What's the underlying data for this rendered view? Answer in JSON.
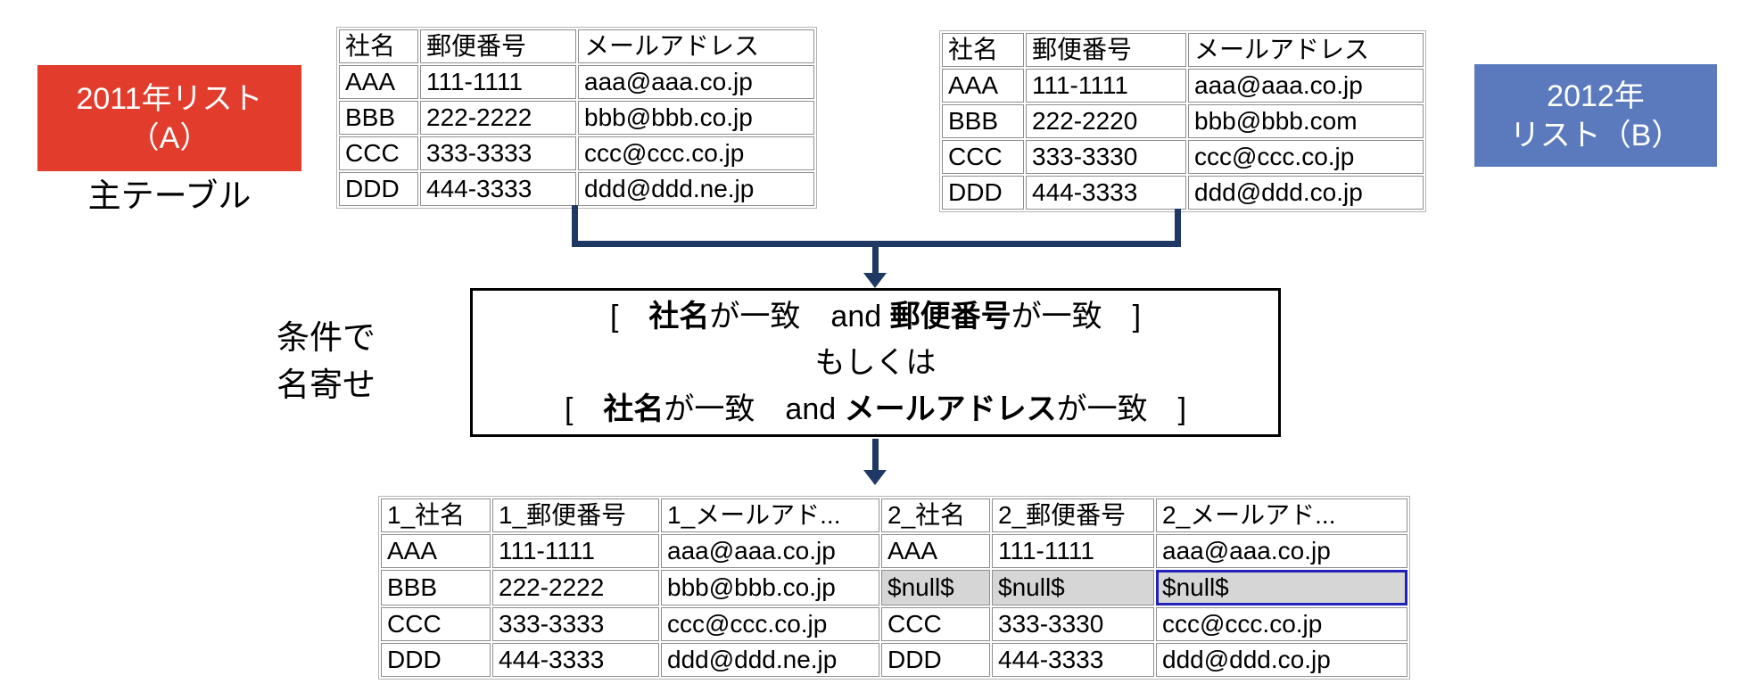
{
  "colors": {
    "accent_red": "#E23C2D",
    "accent_blue": "#5B7ABE",
    "connector_navy": "#1F3864",
    "null_gray": "#D6D6D6",
    "selection_blue": "#2222BB"
  },
  "list_a": {
    "badge": {
      "line1": "2011年リスト",
      "line2": "（A）"
    },
    "subtitle": "主テーブル",
    "table": {
      "headers": [
        "社名",
        "郵便番号",
        "メールアドレス"
      ],
      "rows": [
        [
          "AAA",
          "111-1111",
          "aaa@aaa.co.jp"
        ],
        [
          "BBB",
          "222-2222",
          "bbb@bbb.co.jp"
        ],
        [
          "CCC",
          "333-3333",
          "ccc@ccc.co.jp"
        ],
        [
          "DDD",
          "444-3333",
          "ddd@ddd.ne.jp"
        ]
      ]
    }
  },
  "list_b": {
    "badge": {
      "line1": "2012年",
      "line2": "リスト（B）"
    },
    "table": {
      "headers": [
        "社名",
        "郵便番号",
        "メールアドレス"
      ],
      "rows": [
        [
          "AAA",
          "111-1111",
          "aaa@aaa.co.jp"
        ],
        [
          "BBB",
          "222-2220",
          "bbb@bbb.com"
        ],
        [
          "CCC",
          "333-3330",
          "ccc@ccc.co.jp"
        ],
        [
          "DDD",
          "444-3333",
          "ddd@ddd.co.jp"
        ]
      ]
    }
  },
  "condition": {
    "side_label": {
      "line1": "条件で",
      "line2": "名寄せ"
    },
    "lines": [
      {
        "segments": [
          {
            "text": "[　",
            "bold": false
          },
          {
            "text": "社名",
            "bold": true
          },
          {
            "text": "が一致　and ",
            "bold": false
          },
          {
            "text": "郵便番号",
            "bold": true
          },
          {
            "text": "が一致　]",
            "bold": false
          }
        ]
      },
      {
        "segments": [
          {
            "text": "もしくは",
            "bold": false
          }
        ]
      },
      {
        "segments": [
          {
            "text": "[　",
            "bold": false
          },
          {
            "text": "社名",
            "bold": true
          },
          {
            "text": "が一致　and ",
            "bold": false
          },
          {
            "text": "メールアドレス",
            "bold": true
          },
          {
            "text": "が一致　]",
            "bold": false
          }
        ]
      }
    ]
  },
  "result": {
    "table": {
      "headers": [
        "1_社名",
        "1_郵便番号",
        "1_メールアド...",
        "2_社名",
        "2_郵便番号",
        "2_メールアド..."
      ],
      "rows": [
        [
          "AAA",
          "111-1111",
          "aaa@aaa.co.jp",
          "AAA",
          "111-1111",
          "aaa@aaa.co.jp"
        ],
        [
          "BBB",
          "222-2222",
          "bbb@bbb.co.jp",
          {
            "text": "$null$",
            "is_null": true
          },
          {
            "text": "$null$",
            "is_null": true
          },
          {
            "text": "$null$",
            "is_null": true,
            "selected": true
          }
        ],
        [
          "CCC",
          "333-3333",
          "ccc@ccc.co.jp",
          "CCC",
          "333-3330",
          "ccc@ccc.co.jp"
        ],
        [
          "DDD",
          "444-3333",
          "ddd@ddd.ne.jp",
          "DDD",
          "444-3333",
          "ddd@ddd.co.jp"
        ]
      ]
    }
  }
}
